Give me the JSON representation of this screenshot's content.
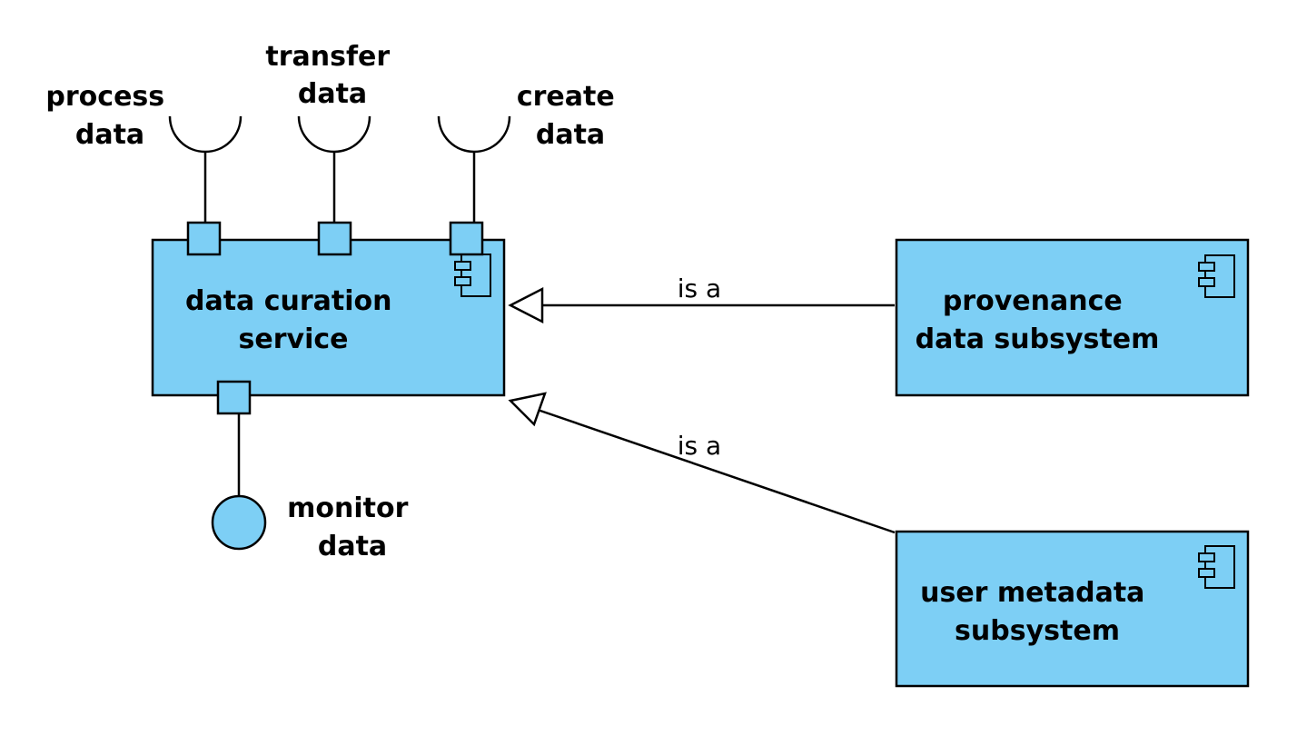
{
  "colors": {
    "component_fill": "#7dcff5",
    "stroke": "#000000",
    "background": "#ffffff"
  },
  "components": {
    "main": {
      "line1": "data curation",
      "line2": "service",
      "icon": "component-icon"
    },
    "provenance": {
      "line1": "provenance",
      "line2": "data subsystem",
      "icon": "component-icon"
    },
    "user_metadata": {
      "line1": "user metadata",
      "line2": "subsystem",
      "icon": "component-icon"
    }
  },
  "required_interfaces": [
    {
      "line1": "process",
      "line2": "data"
    },
    {
      "line1": "transfer",
      "line2": "data"
    },
    {
      "line1": "create",
      "line2": "data"
    }
  ],
  "provided_interface": {
    "line1": "monitor",
    "line2": "data"
  },
  "relations": [
    {
      "label": "is a"
    },
    {
      "label": "is a"
    }
  ]
}
